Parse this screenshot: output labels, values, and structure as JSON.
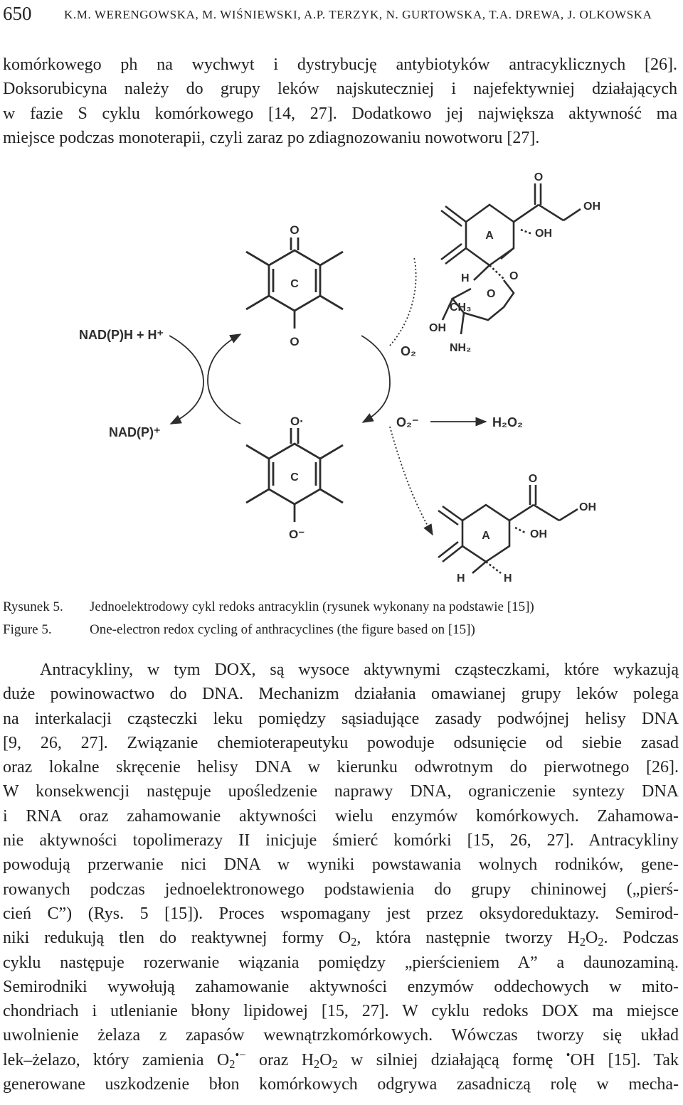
{
  "header": {
    "page_number": "650",
    "authors": "K.M. WERENGOWSKA, M. WIŚNIEWSKI, A.P. TERZYK, N. GURTOWSKA, T.A. DREWA, J. OLKOWSKA"
  },
  "intro_lines": [
    "komórkowego ph na wychwyt i dystrybucję antybiotyków antracyklicznych [26].",
    "Doksorubicyna należy do grupy leków najskuteczniej i najefektywniej działających",
    "w fazie S cyklu komórkowego [14, 27]. Dodatkowo jej największa aktywność ma",
    "miejsce podczas monoterapii, czyli zaraz po zdiagnozowaniu nowotworu [27]."
  ],
  "figure": {
    "ring_c": "C",
    "ring_a": "A",
    "oxygen": "O",
    "oxygen_radical": "O·",
    "oxygen_anion": "O⁻",
    "hydroxyl": "OH",
    "hydrogen": "H",
    "methyl": "CH₃",
    "amine": "NH₂",
    "nadph": "NAD(P)H + H⁺",
    "nadp": "NAD(P)⁺",
    "dioxygen": "O₂",
    "superoxide": "O₂⁻",
    "peroxide": "H₂O₂"
  },
  "captions": {
    "pl_label": "Rysunek 5.",
    "pl_text": "Jednoelektrodowy cykl redoks antracyklin (rysunek wykonany na podstawie [15])",
    "en_label": "Figure 5.",
    "en_text": "One-electron redox cycling of anthracyclines (the figure based on [15])"
  },
  "body": {
    "l1": "Antracykliny, w tym DOX, są wysoce aktywnymi cząsteczkami, które wykazują",
    "l2": "duże powinowactwo do DNA. Mechanizm działania omawianej grupy leków polega",
    "l3": "na interkalacji cząsteczki leku pomiędzy sąsiadujące zasady podwójnej helisy DNA",
    "l4": "[9, 26, 27]. Związanie chemioterapeutyku powoduje odsunięcie od siebie zasad",
    "l5": "oraz lokalne skręcenie helisy DNA w kierunku odwrotnym do pierwotnego [26].",
    "l6": "W konsekwencji następuje upośledzenie naprawy DNA, ograniczenie syntezy DNA",
    "l7": "i RNA oraz zahamowanie aktywności wielu enzymów komórkowych. Zahamowa-",
    "l8": "nie aktywności topolimerazy II inicjuje śmierć komórki [15, 26, 27]. Antracykliny",
    "l9": "powodują przerwanie nici DNA w wyniki powstawania wolnych rodników, gene-",
    "l10": "rowanych podczas jednoelektronowego podstawienia do grupy chininowej („pierś-",
    "l11": "cień C”) (Rys. 5 [15]). Proces wspomagany jest przez oksydoreduktazy. Semirod-",
    "l12_a": "niki redukują tlen do reaktywnej formy O",
    "l12_sub": "2",
    "l12_b": ", która następnie tworzy H",
    "l12_sub2": "2",
    "l12_c": "O",
    "l12_sub3": "2",
    "l12_d": ". Podczas",
    "l13": "cyklu następuje rozerwanie wiązania pomiędzy „pierścieniem A” a daunozaminą.",
    "l14": "Semirodniki wywołują zahamowanie aktywności enzymów oddechowych w mito-",
    "l15": "chondriach i utlenianie błony lipidowej [15, 27]. W cyklu redoks DOX ma miejsce",
    "l16": "uwolnienie żelaza z zapasów wewnątrzkomórkowych. Wówczas tworzy się układ",
    "l17_a": "lek–żelazo, który zamienia O",
    "l17_sub": "2",
    "l17_sup": "•−",
    "l17_b": " oraz H",
    "l17_sub2": "2",
    "l17_c": "O",
    "l17_sub3": "2",
    "l17_d": " w silniej działającą formę ",
    "l17_dot": "•",
    "l17_e": "OH [15]. Tak",
    "l18": "generowane uszkodzenie błon komórkowych odgrywa zasadniczą rolę w mecha-"
  }
}
